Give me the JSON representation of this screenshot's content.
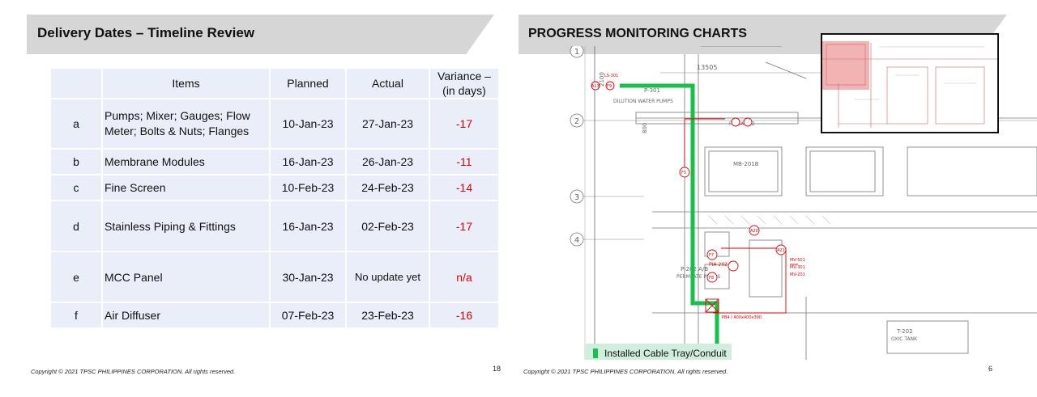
{
  "left_slide": {
    "title": "Delivery Dates – Timeline Review",
    "table": {
      "headers": [
        "",
        "Items",
        "Planned",
        "Actual",
        "Variance – (in days)"
      ],
      "rows": [
        {
          "id": "a",
          "item": "Pumps; Mixer; Gauges; Flow Meter; Bolts & Nuts; Flanges",
          "planned": "10-Jan-23",
          "actual": "27-Jan-23",
          "variance": "-17"
        },
        {
          "id": "b",
          "item": "Membrane Modules",
          "planned": "16-Jan-23",
          "actual": "26-Jan-23",
          "variance": "-11"
        },
        {
          "id": "c",
          "item": "Fine Screen",
          "planned": "10-Feb-23",
          "actual": "24-Feb-23",
          "variance": "-14"
        },
        {
          "id": "d",
          "item": "Stainless Piping & Fittings",
          "planned": "16-Jan-23",
          "actual": "02-Feb-23",
          "variance": "-17"
        },
        {
          "id": "e",
          "item": "MCC Panel",
          "planned": "30-Jan-23",
          "actual": "No update yet",
          "variance": "n/a"
        },
        {
          "id": "f",
          "item": "Air Diffuser",
          "planned": "07-Feb-23",
          "actual": "23-Feb-23",
          "variance": "-16"
        }
      ]
    },
    "footer": "Copyright © 2021  TPSC PHILIPPINES CORPORATION. All rights reserved.",
    "page_number": "18"
  },
  "right_slide": {
    "title": "PROGRESS MONITORING CHARTS",
    "drawing_labels": {
      "grid_1": "1",
      "grid_2": "2",
      "grid_3": "3",
      "grid_4": "4",
      "dim_2100": "2100",
      "dim_800": "800",
      "dim_13505": "13505",
      "ls301": "LS-301",
      "a13": "A13",
      "f9": "F9",
      "p301": "P-301",
      "dilution": "DILUTION WATER PUMPS",
      "fidca": "FIDCA-202",
      "mb201b": "MB-201B",
      "f5": "F5",
      "p202": "P-202 A/B",
      "permeate": "PERMEATE PUMPS",
      "f7": "F7",
      "pia202": "PIA-202",
      "f8": "F8",
      "a20": "A20",
      "a21": "A21",
      "mv501": "MV-501",
      "mv301": "MV-301",
      "mv201": "MV-201",
      "pb4": "PB4 / 400x400x300",
      "t202": "T-202",
      "oxic": "OXIC TANK"
    },
    "legend_label": "Installed Cable Tray/Conduit",
    "footer": "Copyright © 2021  TPSC PHILIPPINES CORPORATION. All rights reserved.",
    "page_number": "6"
  },
  "colors": {
    "title_bar": "#d6d6d6",
    "table_cell": "#e9eef8",
    "variance": "#e00000",
    "installed_tray": "#16c04a",
    "legend_bg": "#cfeedd",
    "markup_red": "#e00000"
  }
}
